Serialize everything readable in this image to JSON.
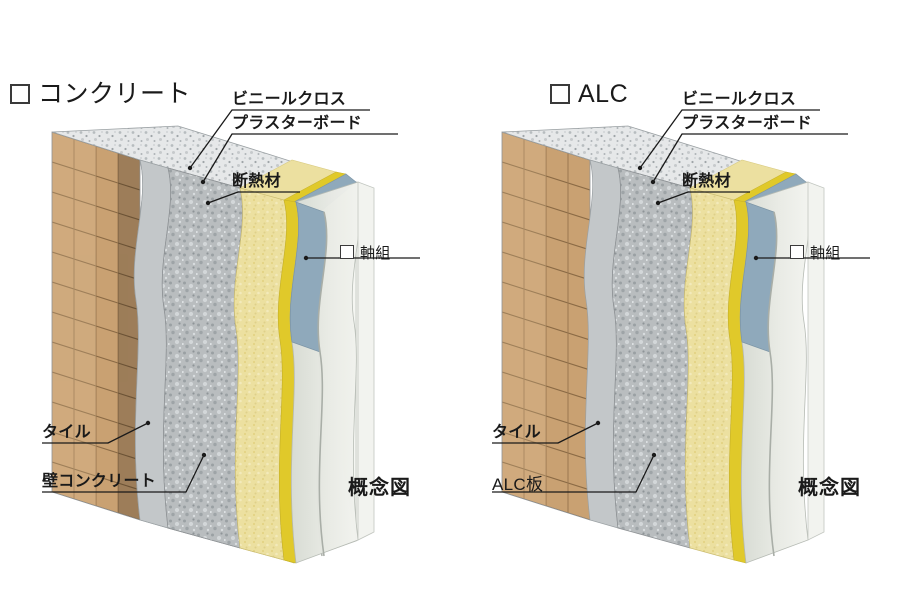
{
  "document": {
    "kind": "wall-section-illustration",
    "background_color": "#ffffff"
  },
  "panels": [
    {
      "id": "concrete",
      "title": {
        "checkbox": "□",
        "label": "コンクリート"
      },
      "callouts": {
        "vinyl_cross": "ビニールクロス",
        "plaster_board": "プラスターボード",
        "insulation": "断熱材",
        "frame": "軸組",
        "frame_checkbox": "□",
        "tile": "タイル",
        "core": "壁コンクリート"
      },
      "footnote": "概念図"
    },
    {
      "id": "alc",
      "title": {
        "checkbox": "□",
        "label": "ALC"
      },
      "callouts": {
        "vinyl_cross": "ビニールクロス",
        "plaster_board": "プラスターボード",
        "insulation": "断熱材",
        "frame": "軸組",
        "frame_checkbox": "□",
        "tile": "タイル",
        "core": "ALC板"
      },
      "footnote": "概念図"
    }
  ],
  "layer_colors": {
    "tile_face": "#c9a172",
    "tile_face_light": "#d8b78f",
    "tile_grout": "#8a6a45",
    "mortar_gray": "#c3c7c9",
    "concrete_core": "#b9bdbf",
    "concrete_top": "#e6e8e9",
    "insulation_yellow": "#ece0a0",
    "insulation_edge": "#e0c92a",
    "stud_blue": "#8fa9bb",
    "board_pale": "#dfe2da",
    "board_face": "#eceee8",
    "outline": "#8e9295",
    "leader_line": "#1a1a1a",
    "text": "#1a1a1a"
  }
}
